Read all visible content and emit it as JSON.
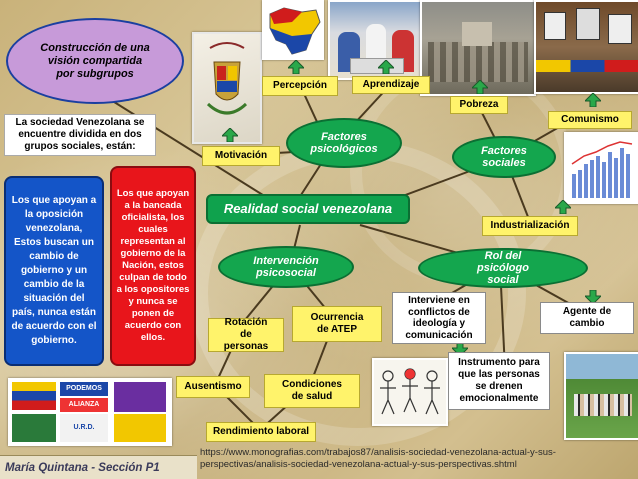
{
  "nodes": {
    "subgrupos": "Construcción de una visión compartida por subgrupos",
    "dividida": "La sociedad Venezolana se encuentre dividida en dos grupos sociales, están:",
    "opositores": "Los que apoyan a la oposición venezolana, Estos buscan un cambio de gobierno y un cambio de la situación del país, nunca están de acuerdo con el gobierno.",
    "oficialistas": "Los que apoyan a la bancada oficialista, los cuales representan al gobierno de la Nación, estos culpan de todo a los opositores y nunca se ponen de acuerdo con ellos.",
    "percepcion": "Percepción",
    "aprendizaje": "Aprendizaje",
    "pobreza": "Pobreza",
    "comunismo": "Comunismo",
    "factores_psicologicos": "Factores psicológicos",
    "factores_sociales": "Factores sociales",
    "motivacion": "Motivación",
    "realidad": "Realidad social venezolana",
    "industrializacion": "Industrialización",
    "intervencion": "Intervención psicosocial",
    "rol": "Rol del psicólogo social",
    "conflictos": "Interviene en conflictos de ideología y comunicación",
    "agente": "Agente de cambio",
    "rotacion": "Rotación de personas",
    "ocurrencia": "Ocurrencia de ATEP",
    "instrumento": "Instrumento para que las personas se drenen emocionalmente",
    "ausentismo": "Ausentismo",
    "condiciones": "Condiciones de salud",
    "rendimiento": "Rendimiento laboral"
  },
  "footer": {
    "author": "María Quintana  - Sección P1",
    "url": "https://www.monografias.com/trabajos87/analisis-sociedad-venezolana-actual-y-sus-perspectivas/analisis-sociedad-venezolana-actual-y-sus-perspectivas.shtml"
  },
  "images": {
    "collage_words": [
      "PODEMOS",
      "ALIANZA",
      "U.R.D."
    ]
  },
  "colors": {
    "yellow": "#fff36b",
    "green": "#14a64e",
    "blue": "#1455c8",
    "red": "#e8151b",
    "purple": "#c79ad9"
  }
}
